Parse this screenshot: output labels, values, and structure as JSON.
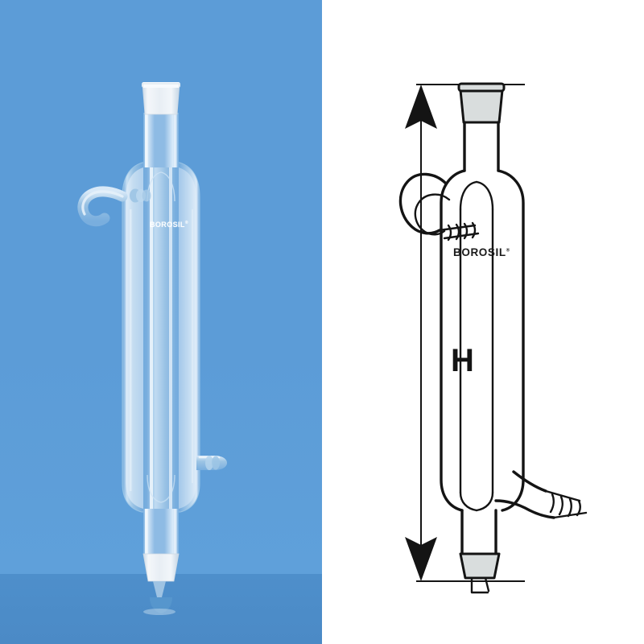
{
  "image": {
    "subject": "Liebig jacketed glass condenser",
    "layout": "two-panel: product photograph left, technical line drawing right"
  },
  "colors": {
    "photo_background_upper": "#5c9cd7",
    "photo_background_lower": "#4b8ac6",
    "diagram_background": "#ffffff",
    "diagram_line": "#141414",
    "ground_joint_fill": "#d8dcdc",
    "glass_tint": "#bfd9ef"
  },
  "photo_panel": {
    "brand_text": "BOROSIL",
    "brand_trademark": "®",
    "parts": {
      "top_joint": "ground glass socket joint",
      "upper_side_arm": "hooked water outlet with hose nozzle",
      "lower_side_arm": "water inlet with hose nozzle",
      "bottom_joint": "ground glass cone joint with drip tip",
      "jacket": "outer cooling jacket",
      "inner_tube": "inner vapour tube"
    }
  },
  "diagram_panel": {
    "brand_text": "BOROSIL",
    "brand_trademark": "®",
    "dimension_label": "H",
    "dimension_description": "overall height double-headed arrow with extension lines",
    "parts": {
      "top_joint": "ground glass socket joint",
      "upper_side_arm": "hooked water outlet with serrated hose nozzle",
      "lower_side_arm": "angled water inlet with serrated hose nozzle",
      "bottom_joint": "ground glass cone joint with drip tip",
      "jacket": "outer cooling jacket",
      "inner_tube": "inner vapour tube"
    }
  }
}
